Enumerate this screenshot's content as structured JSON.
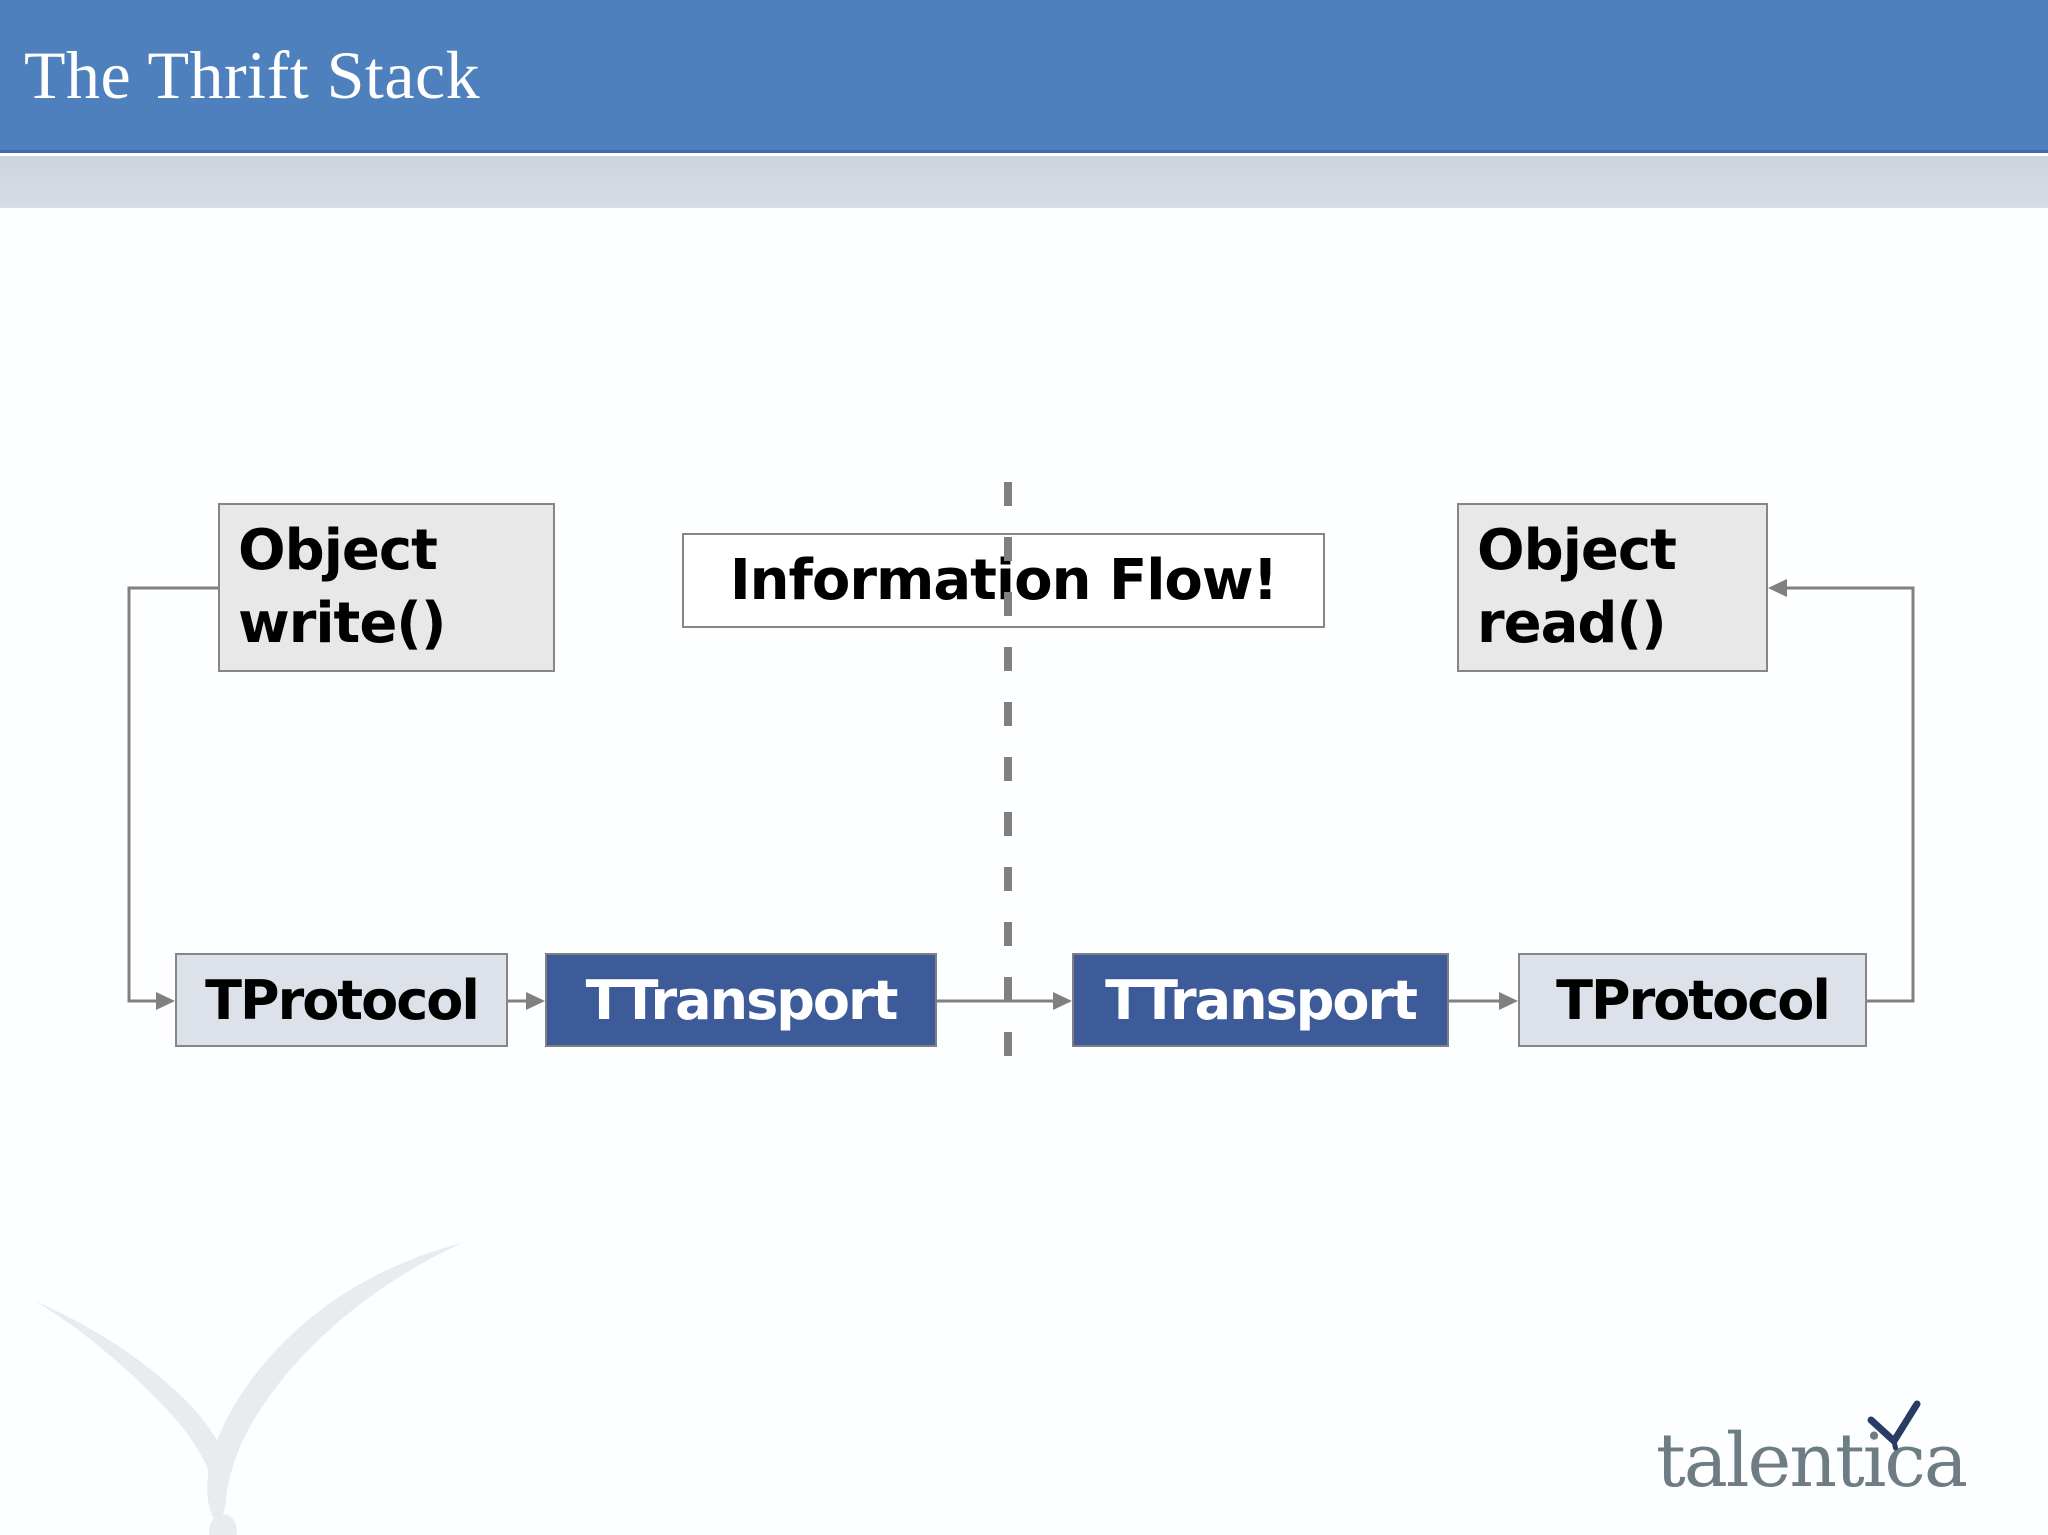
{
  "slide": {
    "title": "The Thrift Stack"
  },
  "diagram": {
    "info_flow_label": "Information Flow!",
    "boxes": {
      "object_write": {
        "line1": "Object",
        "line2": "write()"
      },
      "object_read": {
        "line1": "Object",
        "line2": "read()"
      },
      "tprotocol_left": "TProtocol",
      "ttransport_left": "TTransport",
      "ttransport_right": "TTransport",
      "tprotocol_right": "TProtocol"
    },
    "flow_direction": "left-to-right"
  },
  "branding": {
    "logo_text": "talentica"
  },
  "colors": {
    "header_blue": "#4e80bd",
    "header_edge": "#3e6ca8",
    "subheader_strip": "#d3d8e1",
    "object_box_fill": "#e9e8e9",
    "protocol_box_fill": "#dde1ea",
    "transport_box_fill": "#3d5b99",
    "box_border": "#868686",
    "connector_gray": "#808080",
    "watermark_gray": "#e9ebee",
    "logo_text_gray": "#6e7c84",
    "logo_check_navy": "#293c63"
  }
}
